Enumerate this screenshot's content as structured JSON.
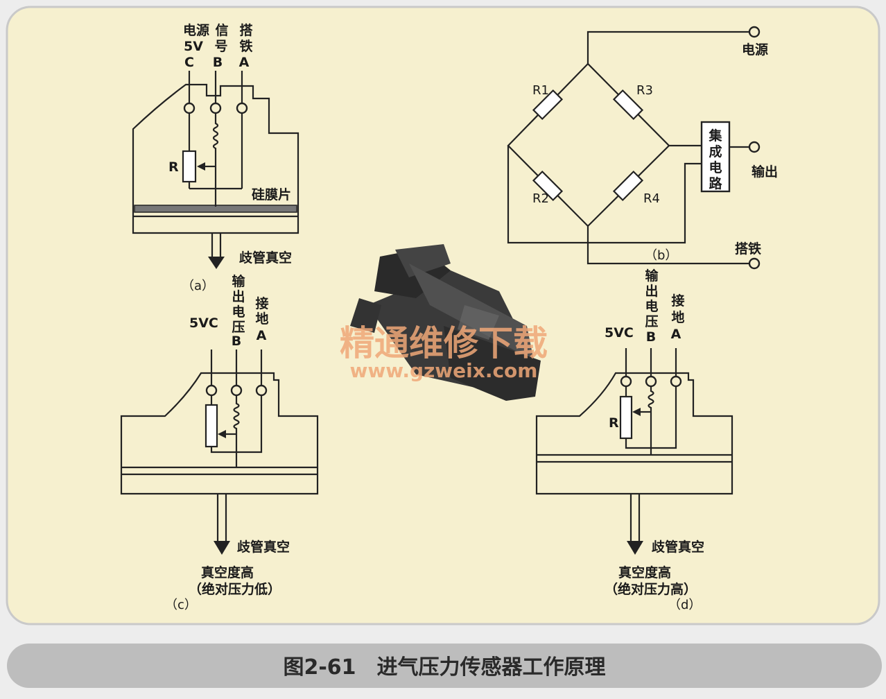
{
  "colors": {
    "panel_bg": "#f6f0cf",
    "panel_border": "#c9c9c9",
    "caption_bar": "#bdbdbd",
    "watermark": "#f0a878",
    "sensor": "#2c2c2c"
  },
  "panel_a": {
    "label": "（a）",
    "pin_c": [
      "电源",
      "5V",
      "C"
    ],
    "pin_b": [
      "信",
      "号",
      "B"
    ],
    "pin_a": [
      "搭",
      "铁",
      "A"
    ],
    "resistor": "R",
    "diaphragm": "硅膜片",
    "vacuum": "歧管真空"
  },
  "panel_b": {
    "label": "（b）",
    "power": "电源",
    "output": "输出",
    "ground": "搭铁",
    "ic": [
      "集",
      "成",
      "电",
      "路"
    ],
    "resistors": [
      "R1",
      "R3",
      "R2",
      "R4"
    ]
  },
  "panel_c": {
    "label": "（c）",
    "supply": "5VC",
    "pin_b": [
      "输",
      "出",
      "电",
      "压",
      "B"
    ],
    "pin_a": [
      "接",
      "地",
      "A"
    ],
    "vacuum": "歧管真空",
    "state1": "真空度高",
    "state2": "（绝对压力低）"
  },
  "panel_d": {
    "label": "（d）",
    "supply": "5VC",
    "pin_b": [
      "输",
      "出",
      "电",
      "压",
      "B"
    ],
    "pin_a": [
      "接",
      "地",
      "A"
    ],
    "resistor": "R",
    "vacuum": "歧管真空",
    "state1": "真空度高",
    "state2": "（绝对压力高）"
  },
  "watermark": {
    "title": "精通维修下载",
    "url": "www.gzweix.com"
  },
  "caption": "图2-61　进气压力传感器工作原理"
}
